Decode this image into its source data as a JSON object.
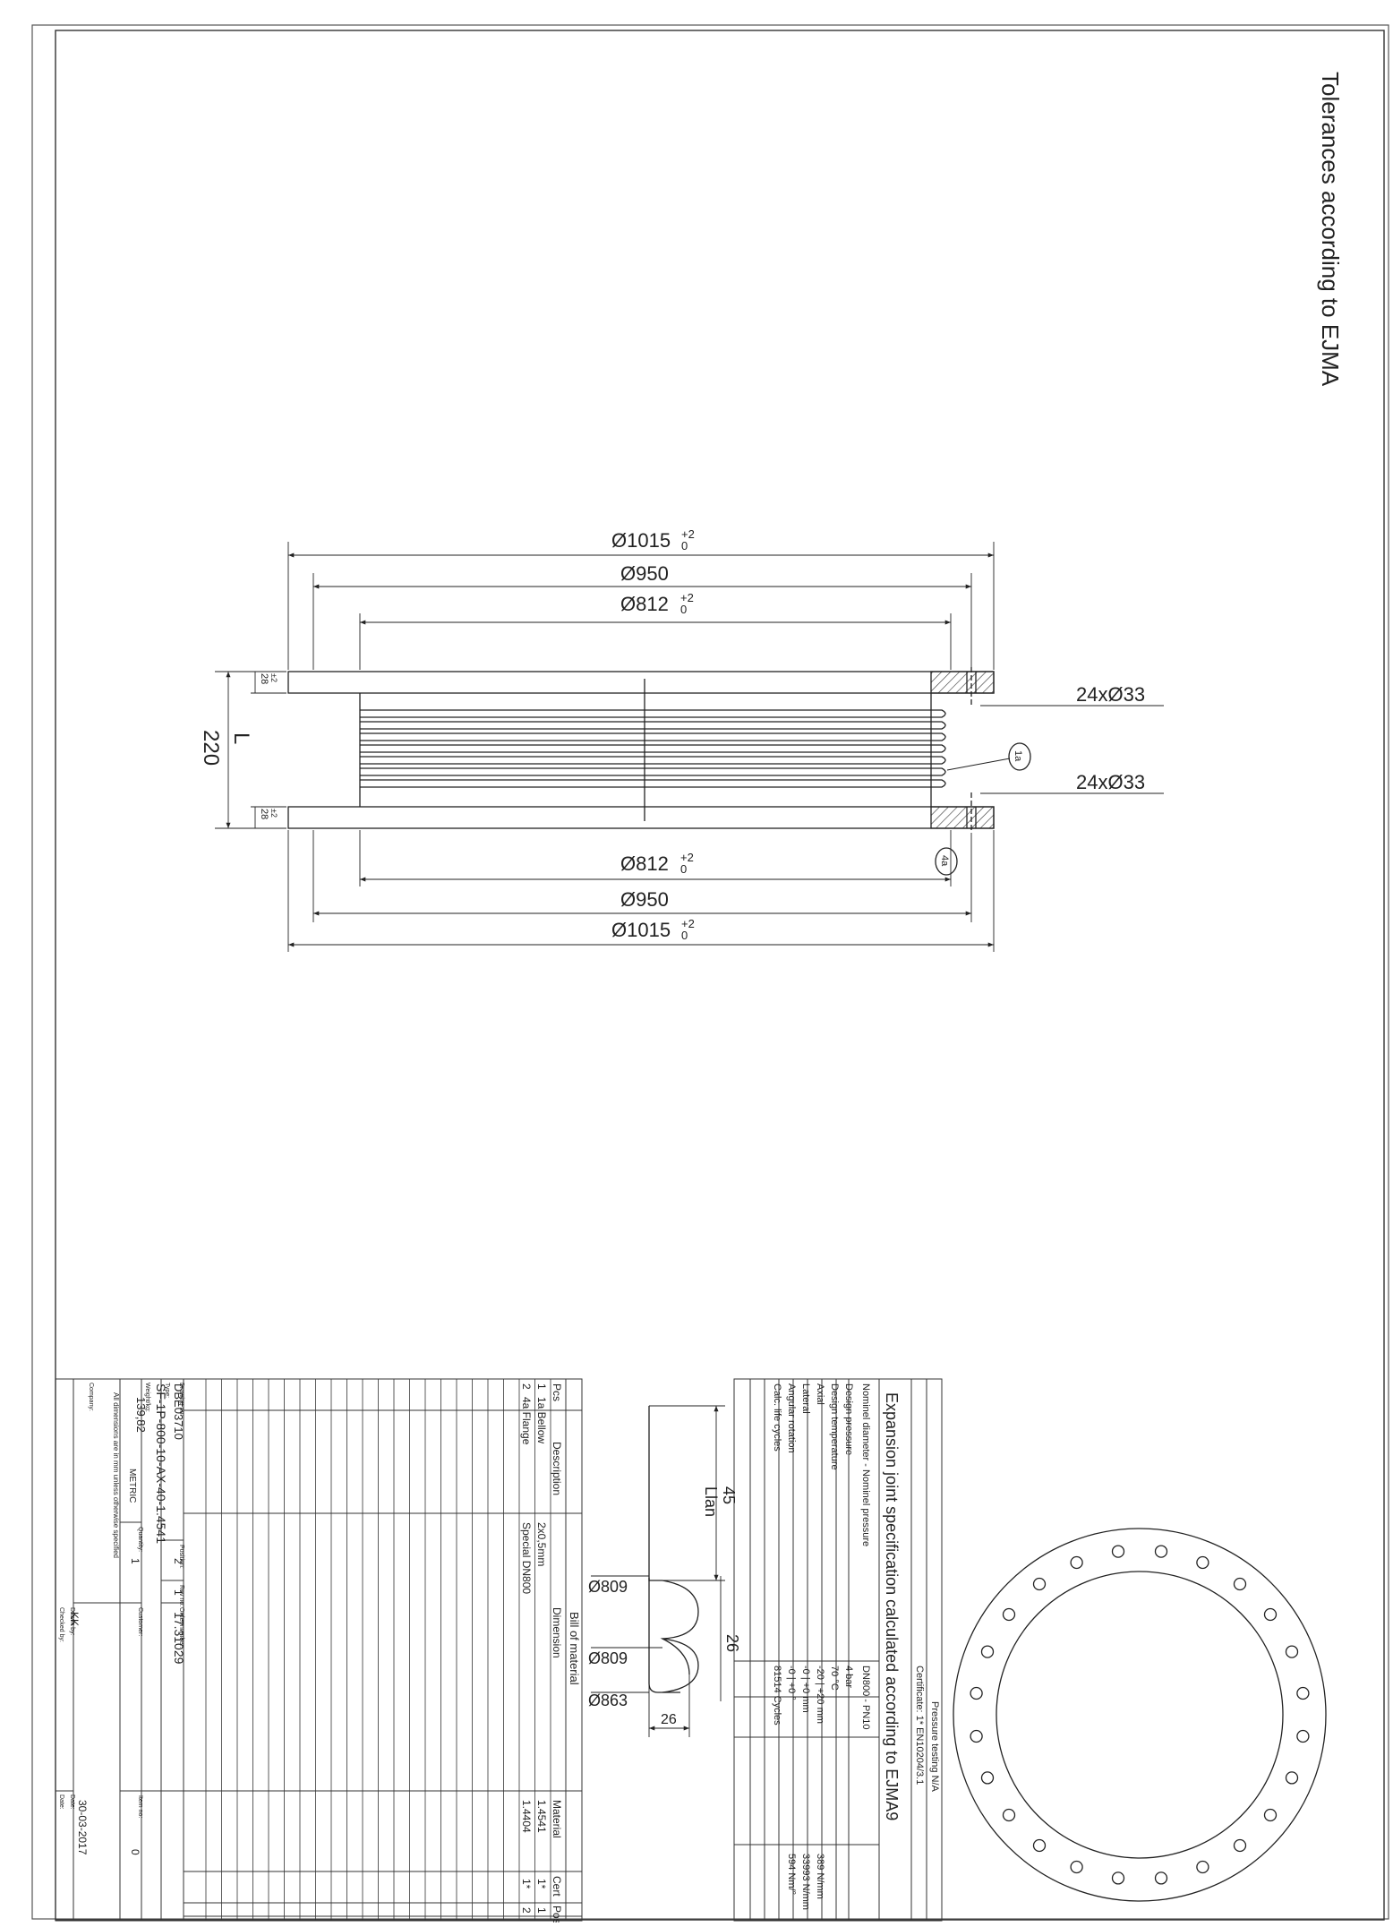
{
  "note": "Tolerances according to EJMA",
  "drawing": {
    "dim_flange_od": "Ø1015",
    "dim_bolt_circle": "Ø950",
    "dim_pipe_od": "Ø812",
    "tol_plus": "+2",
    "tol_zero": "0",
    "dim_length_label": "L",
    "dim_length_value": "220",
    "dim_flange_thk": "28",
    "dim_flange_thk_tol": "±2",
    "holes": "24xØ33",
    "callout_bellow": "1a",
    "callout_flange": "4a"
  },
  "detail": {
    "d_809_a": "Ø809",
    "d_809_b": "Ø809",
    "d_863": "Ø863",
    "d_45": "45",
    "liner": "Llan",
    "d_26_a": "26",
    "d_26_b": "26"
  },
  "spec": {
    "pressure_testing": "Pressure testing N/A",
    "certificate": "Certificate: 1* EN10204/3.1",
    "title": "Expansion joint specification calculated according to EJMA9",
    "rows": [
      {
        "label": "Nominel diameter - Nominel pressure",
        "value": "DN800 - PN10",
        "extra": ""
      },
      {
        "label": "Design pressure",
        "value": "4 bar",
        "extra": ""
      },
      {
        "label": "Design temperature",
        "value": "70 °C",
        "extra": ""
      },
      {
        "label": "Axial",
        "value": "-20 | +20 mm",
        "extra": "389 N/mm"
      },
      {
        "label": "Lateral",
        "value": "-0 | +0 mm",
        "extra": "33993 N/mm"
      },
      {
        "label": "Angular rotation",
        "value": "-0 | +0 °",
        "extra": "594 Nm/°"
      },
      {
        "label": "Calc. life cycles",
        "value": "81514 Cycles",
        "extra": ""
      }
    ]
  },
  "bom": {
    "title": "Bill of material",
    "headers": [
      "Pcs",
      "Description",
      "Dimension",
      "Material",
      "Cert",
      "Pos"
    ],
    "rows": [
      {
        "pcs": "1",
        "desc": "1a Bellow",
        "dim": "2x0,5mm",
        "mat": "1.4541",
        "cert": "1*",
        "pos": "1"
      },
      {
        "pcs": "2",
        "desc": "4a Flange",
        "dim": "Special DN800",
        "mat": "1.4404",
        "cert": "1*",
        "pos": "2"
      }
    ]
  },
  "titleblock": {
    "drawing_no_label": "Drawing no:",
    "drawing_no": "DBE03710",
    "type_label": "Type:",
    "type": "SF-1P-800-10-AX-40-1.4541",
    "weight_label": "Weight/kg:",
    "weight": "139,82",
    "quantity_label": "Quantity:",
    "quantity": "1",
    "metric": "METRIC",
    "dims_note": "All dimensions are in mm unless otherwise specified",
    "company_label": "Company:",
    "position_label": "Position:",
    "position": "2",
    "rev_label": "Rev no:",
    "rev": "1",
    "customer_label": "Customer:",
    "order_label": "Order number:",
    "order": "17.31029",
    "item_label": "Item no:",
    "item": "0",
    "drawn_label": "Drawn by:",
    "drawn": "KK",
    "checked_label": "Checked by:",
    "date_label": "Date:",
    "date": "30-03-2017",
    "date2_label": "Date:"
  }
}
